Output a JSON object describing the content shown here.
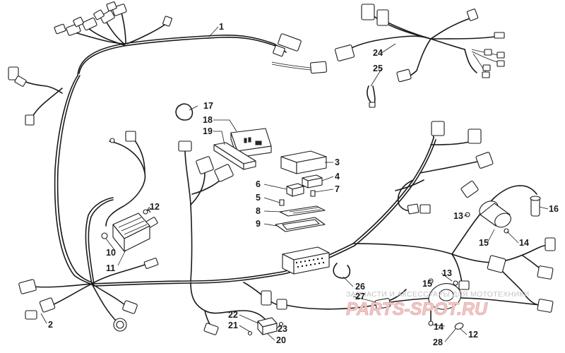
{
  "diagram": {
    "callouts": [
      {
        "id": "c1",
        "label": "1"
      },
      {
        "id": "c2",
        "label": "2"
      },
      {
        "id": "c3",
        "label": "3"
      },
      {
        "id": "c4",
        "label": "4"
      },
      {
        "id": "c5",
        "label": "5"
      },
      {
        "id": "c6",
        "label": "6"
      },
      {
        "id": "c7",
        "label": "7"
      },
      {
        "id": "c8",
        "label": "8"
      },
      {
        "id": "c9",
        "label": "9"
      },
      {
        "id": "c10",
        "label": "10"
      },
      {
        "id": "c11",
        "label": "11"
      },
      {
        "id": "c12a",
        "label": "12"
      },
      {
        "id": "c12b",
        "label": "12"
      },
      {
        "id": "c13a",
        "label": "13"
      },
      {
        "id": "c13b",
        "label": "13"
      },
      {
        "id": "c14a",
        "label": "14"
      },
      {
        "id": "c14b",
        "label": "14"
      },
      {
        "id": "c15a",
        "label": "15"
      },
      {
        "id": "c15b",
        "label": "15"
      },
      {
        "id": "c16",
        "label": "16"
      },
      {
        "id": "c17",
        "label": "17"
      },
      {
        "id": "c18",
        "label": "18"
      },
      {
        "id": "c19",
        "label": "19"
      },
      {
        "id": "c20",
        "label": "20"
      },
      {
        "id": "c21",
        "label": "21"
      },
      {
        "id": "c22",
        "label": "22"
      },
      {
        "id": "c23",
        "label": "23"
      },
      {
        "id": "c24",
        "label": "24"
      },
      {
        "id": "c25",
        "label": "25"
      },
      {
        "id": "c26",
        "label": "26"
      },
      {
        "id": "c27",
        "label": "27"
      },
      {
        "id": "c28",
        "label": "28"
      }
    ]
  },
  "watermark": {
    "line1": "ЗАПЧАСТИ И АКСЕССУАРЫ ДЛЯ МОТОТЕХНИКИ",
    "line2": "PARTS-SPOT.RU"
  }
}
